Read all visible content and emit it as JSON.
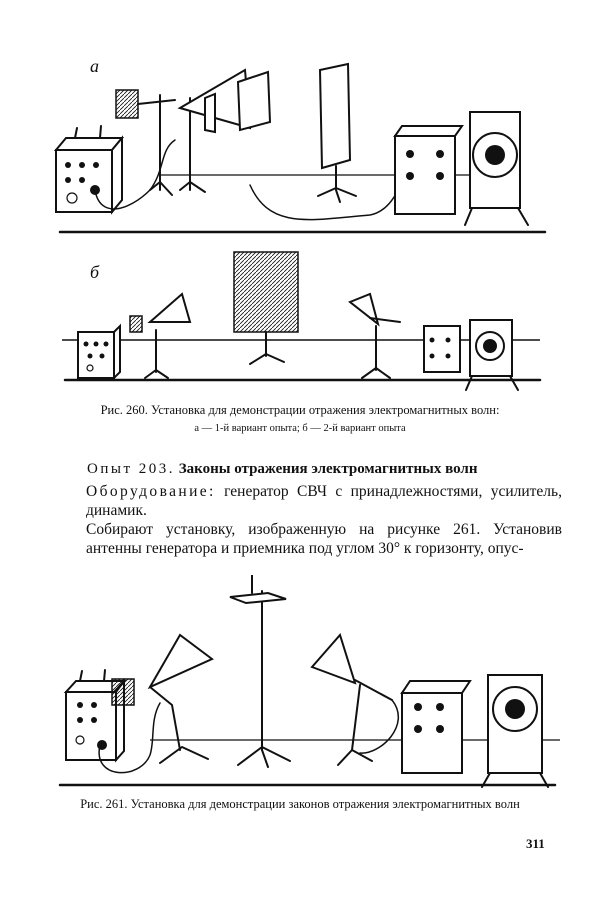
{
  "figure_260": {
    "panel_a_label": "а",
    "panel_b_label": "б",
    "caption": "Рис. 260. Установка для демонстрации отражения электромагнитных волн:",
    "subcaption": "а — 1-й вариант опыта; б — 2-й вариант опыта"
  },
  "section": {
    "experiment_label": "Опыт 203.",
    "title": "Законы отражения электромагнитных волн"
  },
  "body": {
    "equipment_label": "Оборудование:",
    "equipment_text": " генератор СВЧ с принадлежностями, усилитель, динамик.",
    "paragraph": "Собирают установку, изображенную на рисунке 261. Установив антенны генератора и приемника под углом 30° к горизонту, опус-"
  },
  "figure_261": {
    "caption": "Рис. 261. Установка для демонстрации законов отражения электромагнитных волн"
  },
  "page_number": "311"
}
